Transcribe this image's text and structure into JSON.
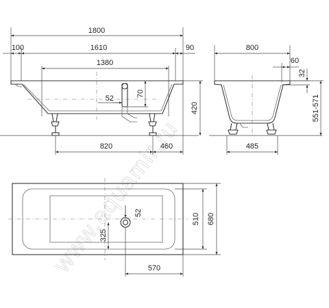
{
  "watermark": "www.aquamir.ru",
  "side_view": {
    "overall_length": "1800",
    "left_rim": "100",
    "inner_length": "1610",
    "right_rim": "90",
    "bottom_length": "1380",
    "drain_offset": "52",
    "drain_height": "70",
    "height": "420",
    "leg_spacing": "820",
    "leg_offset": "460"
  },
  "end_view": {
    "width": "800",
    "rim": "60",
    "rim_height": "32",
    "total_height": "551-571",
    "leg_spacing": "485"
  },
  "top_view": {
    "drain_offset": "52",
    "drain_center": "325",
    "inner_width": "510",
    "outer_width": "680",
    "drain_position": "570"
  }
}
